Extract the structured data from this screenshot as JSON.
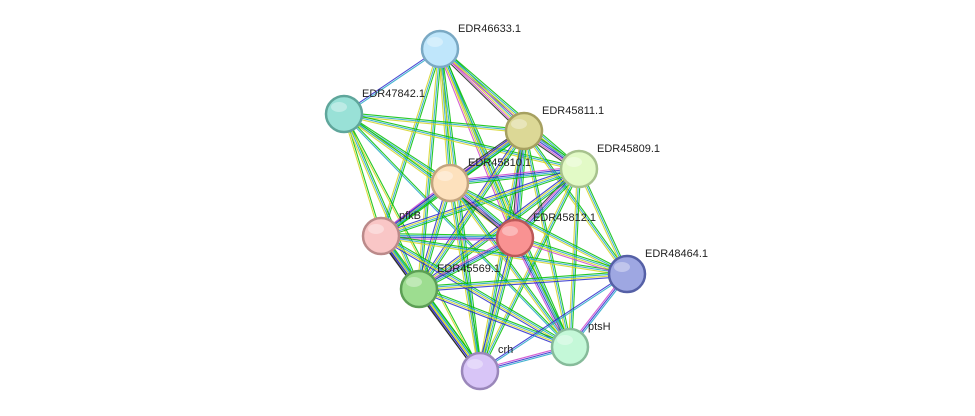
{
  "network": {
    "edge_colors": [
      "#00c000",
      "#22a6c8",
      "#d3d321",
      "#2a2acc",
      "#cc44cc",
      "#222222"
    ],
    "nodes": [
      {
        "id": "EDR46633.1",
        "label": "EDR46633.1",
        "color": "#bfe6fb",
        "stroke": "#7aa9c4"
      },
      {
        "id": "EDR47842.1",
        "label": "EDR47842.1",
        "color": "#99e1d7",
        "stroke": "#5fa69b"
      },
      {
        "id": "EDR45811.1",
        "label": "EDR45811.1",
        "color": "#dcd896",
        "stroke": "#a6a060"
      },
      {
        "id": "EDR45809.1",
        "label": "EDR45809.1",
        "color": "#e2fac6",
        "stroke": "#a7c28d"
      },
      {
        "id": "EDR45810.1",
        "label": "EDR45810.1",
        "color": "#fde1bd",
        "stroke": "#c3a47f"
      },
      {
        "id": "pfkB",
        "label": "pfkB",
        "color": "#f9c6c6",
        "stroke": "#bb8a8a"
      },
      {
        "id": "EDR45812.1",
        "label": "EDR45812.1",
        "color": "#f99292",
        "stroke": "#bb5858"
      },
      {
        "id": "EDR48464.1",
        "label": "EDR48464.1",
        "color": "#9ea7e2",
        "stroke": "#5560a6"
      },
      {
        "id": "EDR45569.1",
        "label": "EDR45569.1",
        "color": "#9ddd90",
        "stroke": "#5c9f55"
      },
      {
        "id": "ptsH",
        "label": "ptsH",
        "color": "#c4f8d8",
        "stroke": "#86bb9a"
      },
      {
        "id": "crh",
        "label": "crh",
        "color": "#d8c5f7",
        "stroke": "#9a87ba"
      }
    ],
    "edges": [
      {
        "a": "EDR46633.1",
        "b": "EDR47842.1",
        "colors": [
          1,
          3
        ]
      },
      {
        "a": "EDR46633.1",
        "b": "EDR45811.1",
        "colors": [
          0,
          1,
          2,
          4,
          5
        ]
      },
      {
        "a": "EDR46633.1",
        "b": "EDR45809.1",
        "colors": [
          0,
          1,
          2,
          4
        ]
      },
      {
        "a": "EDR46633.1",
        "b": "EDR45810.1",
        "colors": [
          0,
          1,
          2
        ]
      },
      {
        "a": "EDR46633.1",
        "b": "pfkB",
        "colors": [
          0,
          1,
          2
        ]
      },
      {
        "a": "EDR46633.1",
        "b": "EDR45812.1",
        "colors": [
          0,
          1,
          2,
          4
        ]
      },
      {
        "a": "EDR46633.1",
        "b": "EDR45569.1",
        "colors": [
          0,
          1,
          2
        ]
      },
      {
        "a": "EDR46633.1",
        "b": "crh",
        "colors": [
          0,
          1,
          2
        ]
      },
      {
        "a": "EDR46633.1",
        "b": "ptsH",
        "colors": [
          0,
          1,
          2
        ]
      },
      {
        "a": "EDR47842.1",
        "b": "EDR45811.1",
        "colors": [
          0,
          1,
          2
        ]
      },
      {
        "a": "EDR47842.1",
        "b": "EDR45809.1",
        "colors": [
          0,
          1,
          2
        ]
      },
      {
        "a": "EDR47842.1",
        "b": "EDR45810.1",
        "colors": [
          0,
          1,
          2
        ]
      },
      {
        "a": "EDR47842.1",
        "b": "pfkB",
        "colors": [
          0,
          2
        ]
      },
      {
        "a": "EDR47842.1",
        "b": "EDR45812.1",
        "colors": [
          0,
          1,
          2
        ]
      },
      {
        "a": "EDR47842.1",
        "b": "EDR45569.1",
        "colors": [
          0,
          1,
          2
        ]
      },
      {
        "a": "EDR47842.1",
        "b": "crh",
        "colors": [
          0,
          2
        ]
      },
      {
        "a": "EDR47842.1",
        "b": "ptsH",
        "colors": [
          0,
          1
        ]
      },
      {
        "a": "EDR45811.1",
        "b": "EDR45809.1",
        "colors": [
          0,
          1,
          3,
          4,
          5
        ]
      },
      {
        "a": "EDR45811.1",
        "b": "EDR45810.1",
        "colors": [
          0,
          1,
          3,
          4,
          5
        ]
      },
      {
        "a": "EDR45811.1",
        "b": "pfkB",
        "colors": [
          0,
          1,
          2,
          3
        ]
      },
      {
        "a": "EDR45811.1",
        "b": "EDR45812.1",
        "colors": [
          0,
          1,
          3,
          4,
          5
        ]
      },
      {
        "a": "EDR45811.1",
        "b": "EDR45569.1",
        "colors": [
          0,
          1,
          2,
          3
        ]
      },
      {
        "a": "EDR45811.1",
        "b": "EDR48464.1",
        "colors": [
          0,
          1,
          2
        ]
      },
      {
        "a": "EDR45811.1",
        "b": "ptsH",
        "colors": [
          0,
          1,
          2
        ]
      },
      {
        "a": "EDR45811.1",
        "b": "crh",
        "colors": [
          0,
          1,
          2
        ]
      },
      {
        "a": "EDR45809.1",
        "b": "EDR45810.1",
        "colors": [
          0,
          1,
          3,
          4
        ]
      },
      {
        "a": "EDR45809.1",
        "b": "pfkB",
        "colors": [
          0,
          1,
          2,
          3
        ]
      },
      {
        "a": "EDR45809.1",
        "b": "EDR45812.1",
        "colors": [
          0,
          1,
          3,
          4,
          5
        ]
      },
      {
        "a": "EDR45809.1",
        "b": "EDR45569.1",
        "colors": [
          0,
          1,
          2,
          3
        ]
      },
      {
        "a": "EDR45809.1",
        "b": "EDR48464.1",
        "colors": [
          0,
          1,
          2
        ]
      },
      {
        "a": "EDR45809.1",
        "b": "ptsH",
        "colors": [
          0,
          1,
          2
        ]
      },
      {
        "a": "EDR45809.1",
        "b": "crh",
        "colors": [
          0,
          1,
          2
        ]
      },
      {
        "a": "EDR45810.1",
        "b": "pfkB",
        "colors": [
          0,
          1,
          3,
          4
        ]
      },
      {
        "a": "EDR45810.1",
        "b": "EDR45812.1",
        "colors": [
          0,
          1,
          3,
          4,
          5
        ]
      },
      {
        "a": "EDR45810.1",
        "b": "EDR45569.1",
        "colors": [
          0,
          1,
          2,
          3
        ]
      },
      {
        "a": "EDR45810.1",
        "b": "EDR48464.1",
        "colors": [
          0,
          1,
          2
        ]
      },
      {
        "a": "EDR45810.1",
        "b": "ptsH",
        "colors": [
          0,
          1,
          2
        ]
      },
      {
        "a": "EDR45810.1",
        "b": "crh",
        "colors": [
          0,
          1,
          2
        ]
      },
      {
        "a": "pfkB",
        "b": "EDR45812.1",
        "colors": [
          0,
          1,
          3,
          4
        ]
      },
      {
        "a": "pfkB",
        "b": "EDR45569.1",
        "colors": [
          0,
          1,
          3,
          5
        ]
      },
      {
        "a": "pfkB",
        "b": "EDR48464.1",
        "colors": [
          0,
          1,
          2
        ]
      },
      {
        "a": "pfkB",
        "b": "ptsH",
        "colors": [
          0,
          1,
          2,
          3
        ]
      },
      {
        "a": "pfkB",
        "b": "crh",
        "colors": [
          0,
          1,
          2,
          3,
          5
        ]
      },
      {
        "a": "EDR45812.1",
        "b": "EDR45569.1",
        "colors": [
          0,
          1,
          3,
          4
        ]
      },
      {
        "a": "EDR45812.1",
        "b": "EDR48464.1",
        "colors": [
          0,
          1,
          2,
          4
        ]
      },
      {
        "a": "EDR45812.1",
        "b": "ptsH",
        "colors": [
          0,
          1,
          3,
          4
        ]
      },
      {
        "a": "EDR45812.1",
        "b": "crh",
        "colors": [
          0,
          1,
          2,
          3
        ]
      },
      {
        "a": "EDR45569.1",
        "b": "EDR48464.1",
        "colors": [
          0,
          1,
          2,
          3
        ]
      },
      {
        "a": "EDR45569.1",
        "b": "ptsH",
        "colors": [
          0,
          1,
          2,
          3
        ]
      },
      {
        "a": "EDR45569.1",
        "b": "crh",
        "colors": [
          0,
          1,
          2,
          3,
          5
        ]
      },
      {
        "a": "EDR48464.1",
        "b": "ptsH",
        "colors": [
          1,
          3,
          4
        ]
      },
      {
        "a": "EDR48464.1",
        "b": "crh",
        "colors": [
          1,
          3
        ]
      },
      {
        "a": "ptsH",
        "b": "crh",
        "colors": [
          1,
          3,
          4
        ]
      }
    ]
  }
}
